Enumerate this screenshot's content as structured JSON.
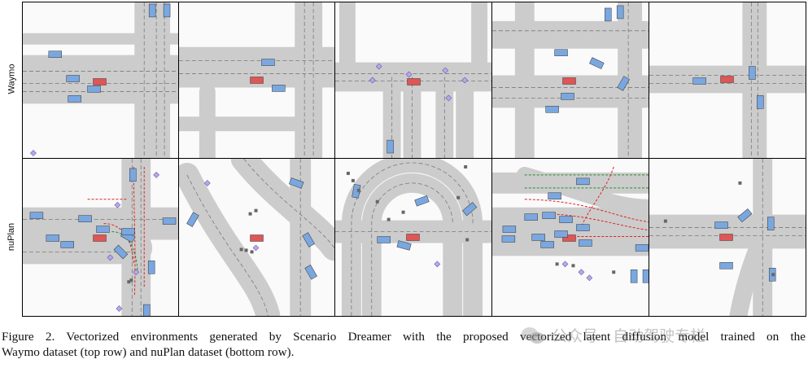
{
  "figure": {
    "row_labels": [
      "Waymo",
      "nuPlan"
    ]
  },
  "caption": {
    "line1": "Figure 2.  Vectorized environments generated by Scenario Dreamer with the proposed vectorized latent diffusion model trained on the",
    "line2": "Waymo dataset (top row) and nuPlan dataset (bottom row)."
  },
  "watermark": {
    "text": "公众号 · 自动驾驶专栏",
    "icon": "wechat-icon"
  },
  "colors": {
    "road": "#cccccc",
    "lane": "#7a7a7a",
    "ego_vehicle": "#e05555",
    "agent_vehicle": "#7aa7e0",
    "pedestrian": "#b9a6ea",
    "static_object": "#666666",
    "route_red": "#e02020",
    "route_green": "#2a8a2a"
  }
}
